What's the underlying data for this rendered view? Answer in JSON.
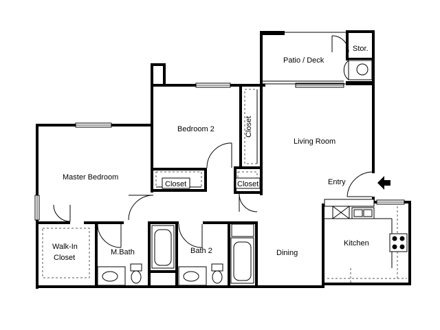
{
  "rooms": {
    "patio": "Patio / Deck",
    "storage": "Stor.",
    "bedroom2": "Bedroom 2",
    "closet_vertical": "Closet",
    "living": "Living Room",
    "master": "Master Bedroom",
    "closet_bed2": "Closet",
    "closet_hall": "Closet",
    "entry": "Entry",
    "walkin_line1": "Walk-In",
    "walkin_line2": "Closet",
    "mbath": "M.Bath",
    "bath2": "Bath 2",
    "dining": "Dining",
    "kitchen": "Kitchen"
  },
  "colors": {
    "wall": "#000000",
    "background": "#ffffff"
  },
  "icons": {
    "entry_marker": "entry-arrow-icon"
  }
}
